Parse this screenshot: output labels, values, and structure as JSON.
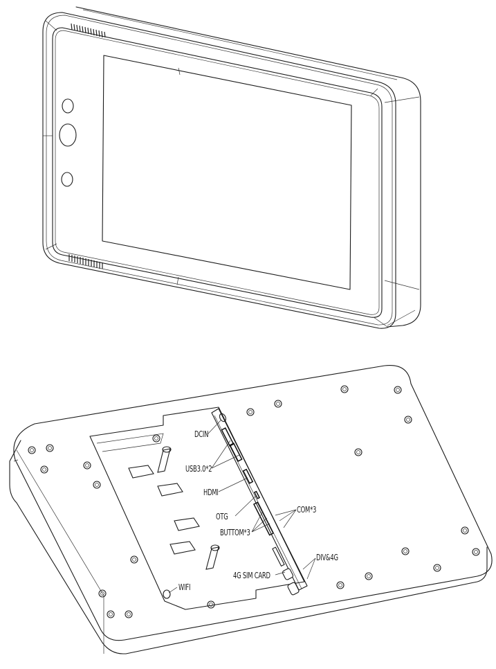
{
  "figure": {
    "front_view": {
      "description": "Isometric line drawing of tablet front with display, three front sensors/cameras, top and bottom vent grilles"
    },
    "rear_view": {
      "description": "Isometric line drawing of tablet rear with open compartment and side I/O strip",
      "callouts": [
        {
          "id": "dcin",
          "label": "DCIN"
        },
        {
          "id": "usb",
          "label": "USB3.0*2"
        },
        {
          "id": "hdmi",
          "label": "HDMI"
        },
        {
          "id": "otg",
          "label": "OTG"
        },
        {
          "id": "com",
          "label": "COM*3"
        },
        {
          "id": "button",
          "label": "BUTTOM*3"
        },
        {
          "id": "div4g",
          "label": "DIV&4G"
        },
        {
          "id": "sim",
          "label": "4G SIM CARD"
        },
        {
          "id": "wifi",
          "label": "WIFI"
        }
      ]
    }
  },
  "colors": {
    "line": "#1a1a1a",
    "background": "#ffffff"
  }
}
